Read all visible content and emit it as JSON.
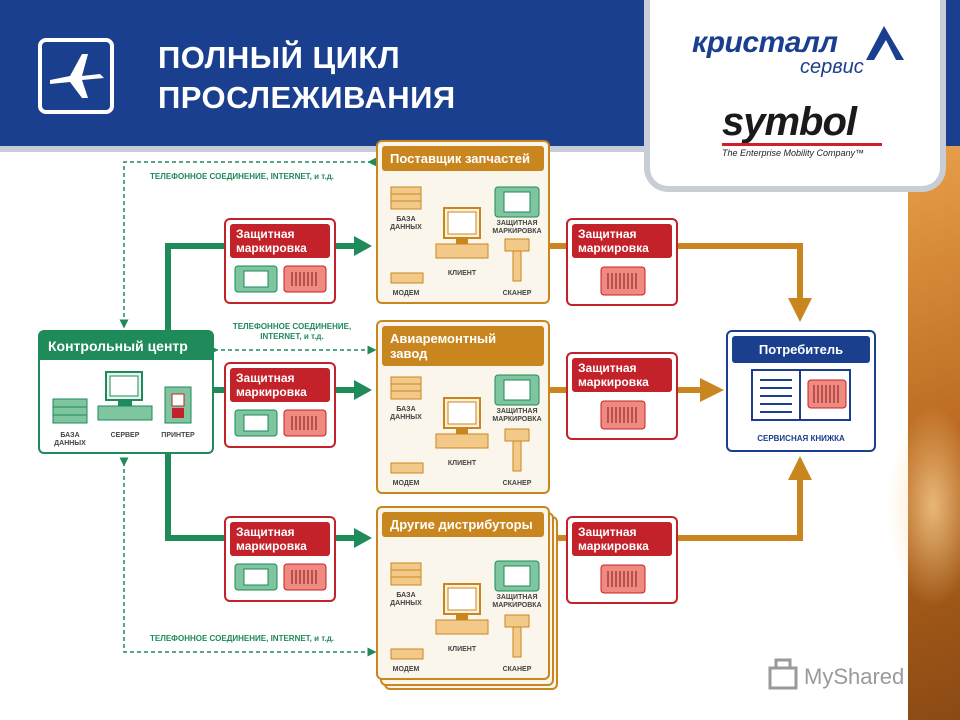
{
  "title": {
    "line1": "ПОЛНЫЙ ЦИКЛ",
    "line2": "ПРОСЛЕЖИВАНИЯ"
  },
  "logos": {
    "kristall": "кристалл",
    "servis": "сервис",
    "symbol": "symbol",
    "symbol_tagline": "The Enterprise Mobility Company™"
  },
  "control_center": {
    "title": "Контрольный центр",
    "labels": {
      "database": "БАЗА ДАННЫХ",
      "server": "СЕРВЕР",
      "printer": "ПРИНТЕР"
    }
  },
  "links": {
    "top": "ТЕЛЕФОННОЕ СОЕДИНЕНИЕ, INTERNET, и т.д.",
    "middle": "ТЕЛЕФОННОЕ СОЕДИНЕНИЕ, INTERNET, и т.д.",
    "bottom": "ТЕЛЕФОННОЕ СОЕДИНЕНИЕ, INTERNET, и т.д."
  },
  "marking_label": "Защитная маркировка",
  "sites": [
    {
      "title": "Поставщик запчастей"
    },
    {
      "title": "Авиаремонтный завод"
    },
    {
      "title": "Другие дистрибуторы"
    }
  ],
  "site_labels": {
    "database": "БАЗА ДАННЫХ",
    "marking": "ЗАЩИТНАЯ МАРКИРОВКА",
    "client": "КЛИЕНТ",
    "modem": "МОДЕМ",
    "scanner": "СКАНЕР"
  },
  "consumer": {
    "title": "Потребитель",
    "caption": "СЕРВИСНАЯ КНИЖКА"
  },
  "colors": {
    "brand_blue": "#1a3f8e",
    "green": "#1f8a5a",
    "orange": "#c9861f",
    "red": "#c4222a"
  },
  "watermark": "MyShared"
}
